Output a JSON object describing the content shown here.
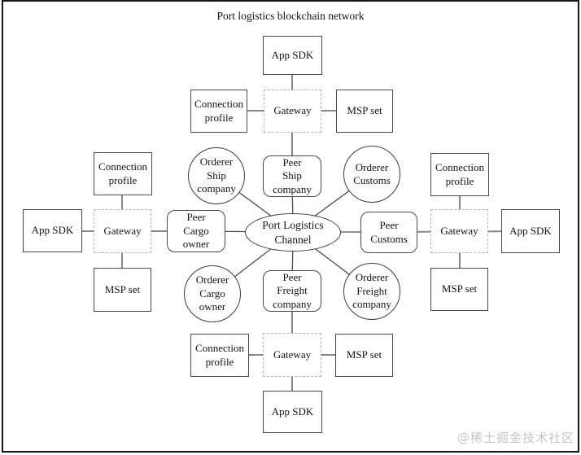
{
  "title": "Port logistics blockchain network",
  "watermark": "@稀土掘金技术社区",
  "colors": {
    "cluster_line": "#868686",
    "hub_line": "#4d4d4d",
    "box_border": "#4a4a4a",
    "gateway_dashed_border": "#b5b5b5",
    "watermark_text": "#c6c6c6"
  },
  "nodes": {
    "center": "Port Logistics\nChannel",
    "top": {
      "app_sdk": "App SDK",
      "connection_profile": "Connection\nprofile",
      "gateway": "Gateway",
      "msp_set": "MSP set",
      "peer": "Peer\nShip\ncompany"
    },
    "left": {
      "connection_profile": "Connection\nprofile",
      "app_sdk": "App SDK",
      "gateway": "Gateway",
      "msp_set": "MSP set",
      "peer": "Peer\nCargo\nowner"
    },
    "right": {
      "connection_profile": "Connection\nprofile",
      "gateway": "Gateway",
      "app_sdk": "App SDK",
      "msp_set": "MSP set",
      "peer": "Peer\nCustoms"
    },
    "bottom": {
      "connection_profile": "Connection\nprofile",
      "gateway": "Gateway",
      "msp_set": "MSP set",
      "app_sdk": "App SDK",
      "peer": "Peer\nFreight\ncompany"
    },
    "orderers": {
      "ship": "Orderer\nShip\ncompany",
      "customs": "Orderer\nCustoms",
      "cargo": "Orderer\nCargo\nowner",
      "freight": "Orderer\nFreight\ncompany"
    }
  }
}
